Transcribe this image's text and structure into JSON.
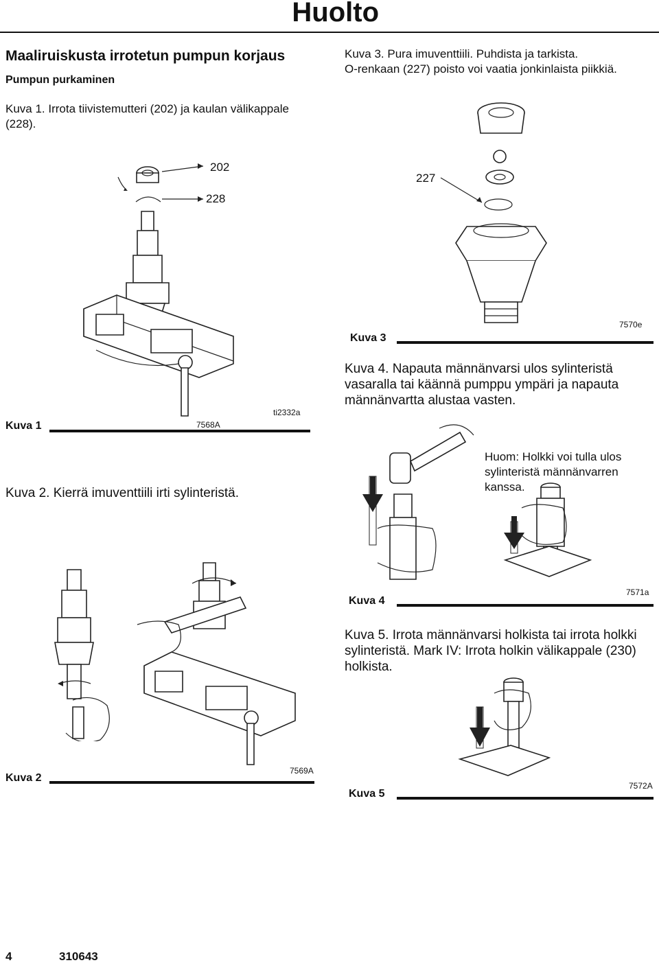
{
  "header": {
    "title": "Huolto"
  },
  "section": {
    "heading": "Maaliruiskusta irrotetun pumpun korjaus",
    "subheading": "Pumpun purkaminen"
  },
  "kuva1": {
    "instruction": "Kuva 1. Irrota tiivistemutteri (202) ja kaulan välikappale (228).",
    "label_202": "202",
    "label_228": "228",
    "caption": "Kuva 1",
    "code": "7568A",
    "code2": "ti2332a"
  },
  "kuva2": {
    "instruction": "Kuva 2. Kierrä imuventtiili irti sylinteristä.",
    "caption": "Kuva 2",
    "code": "7569A"
  },
  "kuva3": {
    "instruction_line1": "Kuva 3. Pura imuventtiili. Puhdista ja tarkista.",
    "instruction_line2": "O-renkaan (227) poisto voi vaatia jonkinlaista piikkiä.",
    "label_227": "227",
    "caption": "Kuva 3",
    "code": "7570e"
  },
  "kuva4": {
    "instruction": "Kuva 4. Napauta männänvarsi ulos sylinteristä vasaralla tai käännä pumppu ympäri ja napauta männänvartta alustaa vasten.",
    "note": "Huom: Holkki voi tulla ulos sylinteristä männänvarren kanssa.",
    "caption": "Kuva 4",
    "code": "7571a"
  },
  "kuva5": {
    "instruction": "Kuva 5. Irrota männänvarsi holkista tai irrota holkki sylinteristä. Mark IV: Irrota holkin välikappale (230) holkista.",
    "caption": "Kuva 5",
    "code": "7572A"
  },
  "footer": {
    "page": "4",
    "doc": "310643"
  }
}
